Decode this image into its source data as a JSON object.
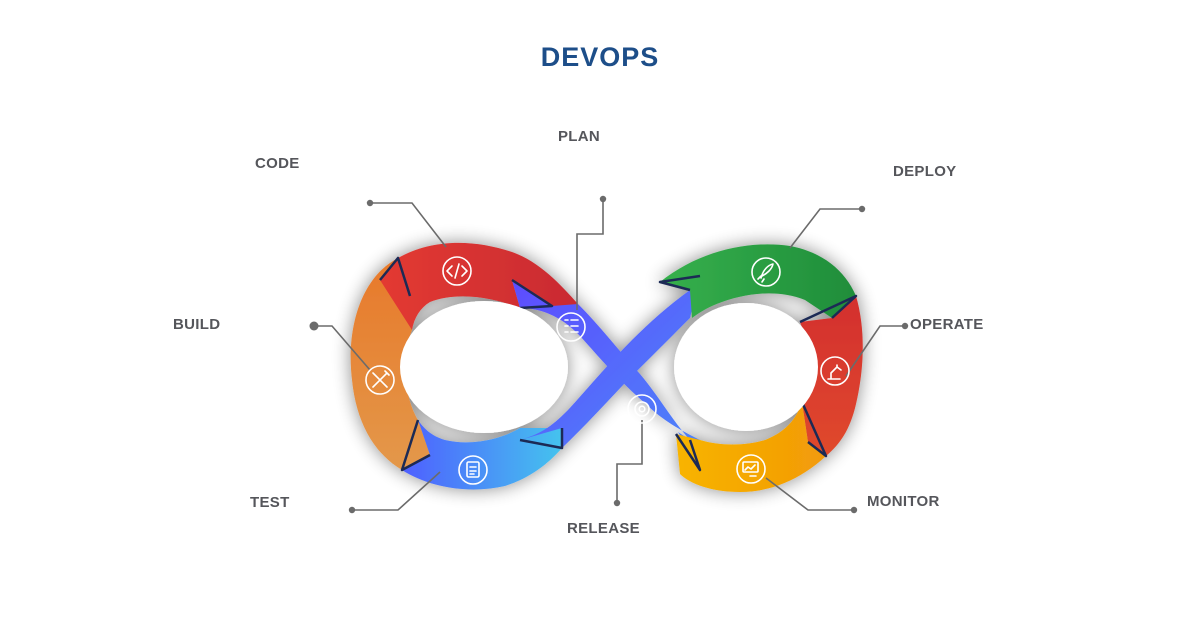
{
  "title": "DEVOPS",
  "stages": {
    "plan": {
      "label": "PLAN",
      "icon": "checklist-icon",
      "color": "#4f63ff"
    },
    "code": {
      "label": "CODE",
      "icon": "code-brackets-icon",
      "color": "#e63a33"
    },
    "build": {
      "label": "BUILD",
      "icon": "wrench-screwdriver-icon",
      "color": "#e88a2c"
    },
    "test": {
      "label": "TEST",
      "icon": "clipboard-icon",
      "color": "#4b7cf6"
    },
    "release": {
      "label": "RELEASE",
      "icon": "gear-icon",
      "color": "#5e5bff"
    },
    "deploy": {
      "label": "DEPLOY",
      "icon": "rocket-icon",
      "color": "#2fa84f"
    },
    "operate": {
      "label": "OPERATE",
      "icon": "robot-arm-icon",
      "color": "#e23a2c"
    },
    "monitor": {
      "label": "MONITOR",
      "icon": "monitor-chart-icon",
      "color": "#f7a700"
    }
  }
}
